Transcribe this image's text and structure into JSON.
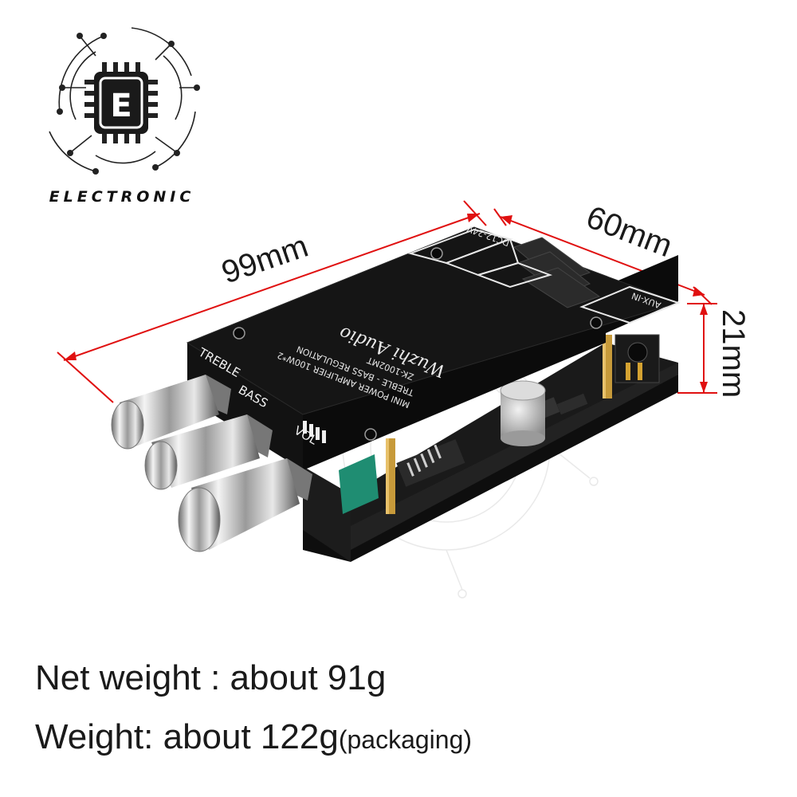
{
  "logo": {
    "letter": "E",
    "text": "ELECTRONIC"
  },
  "dimensions": {
    "length": "99mm",
    "width": "60mm",
    "height": "21mm"
  },
  "board": {
    "brand_script": "Wuzhi Audio",
    "model": "ZK-1002MT",
    "line1": "TREBLE - BASS REGULATION",
    "line2": "MINI POWER AMPLIFIER 100W*2",
    "label_treble": "TREBLE",
    "label_bass": "BASS",
    "label_vol": "VOL",
    "label_dc": "DC12-24V",
    "label_aux": "AUX-IN"
  },
  "specs": {
    "net_weight": "Net weight : about 91g",
    "weight_main": "Weight: about 122g",
    "weight_note": "(packaging)"
  },
  "colors": {
    "dimension_line": "#e01010",
    "pcb": "#151515",
    "text": "#1a1a1a"
  }
}
